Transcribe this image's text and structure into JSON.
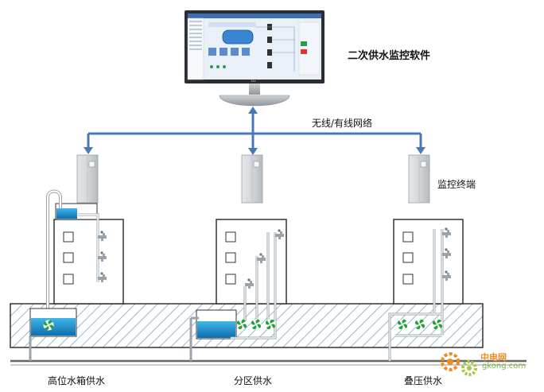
{
  "title": "二次供水监控软件",
  "network_label": "无线/有线网络",
  "terminal_label": "监控终端",
  "systems": [
    {
      "label": "高位水箱供水"
    },
    {
      "label": "分区供水"
    },
    {
      "label": "叠压供水"
    }
  ],
  "monitor": {
    "brand": "LG"
  },
  "watermark": {
    "line1": "中电网",
    "line2": "gkong.com"
  },
  "colors": {
    "pipe_blue": "#4a78b5",
    "water": "#1e9ad6",
    "pump_green": "#22a339",
    "cabinet": "#c9cfd4",
    "hatch": "#5b8fc0"
  }
}
